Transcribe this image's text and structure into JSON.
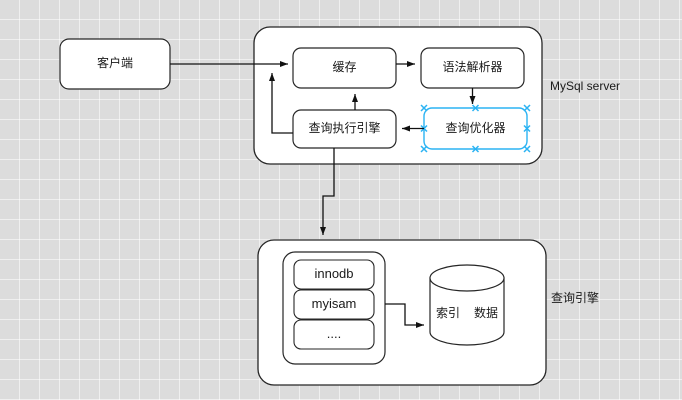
{
  "canvas": {
    "background_color": "#dcdcdc",
    "grid_color": "#f0f0f0",
    "shape_fill": "#ffffff",
    "shape_stroke": "#262626",
    "selection_color": "#2bb3f3"
  },
  "nodes": {
    "client": {
      "label": "客户端"
    },
    "mysql_server": {
      "outside_label": "MySql server",
      "children": {
        "cache": {
          "label": "缓存"
        },
        "parser": {
          "label": "语法解析器"
        },
        "executor": {
          "label": "查询执行引擎"
        },
        "optimizer": {
          "label": "查询优化器",
          "selected": true
        }
      }
    },
    "query_engine": {
      "outside_label": "查询引擎",
      "children": {
        "engine_list": {
          "items": [
            {
              "label": "innodb"
            },
            {
              "label": "myisam"
            },
            {
              "label": "...."
            }
          ]
        },
        "storage": {
          "index_label": "索引",
          "data_label": "数据"
        }
      }
    }
  },
  "edges": [
    {
      "from": "client",
      "to": "cache",
      "kind": "straight-arrow"
    },
    {
      "from": "cache",
      "to": "parser",
      "kind": "straight-arrow"
    },
    {
      "from": "parser",
      "to": "optimizer",
      "kind": "straight-arrow"
    },
    {
      "from": "optimizer",
      "to": "executor",
      "kind": "straight-arrow"
    },
    {
      "from": "executor",
      "to": "cache",
      "kind": "straight-arrow"
    },
    {
      "from": "executor",
      "to": "mysql-server-entry",
      "kind": "elbow-arrow"
    },
    {
      "from": "executor",
      "to": "query_engine",
      "kind": "elbow-arrow"
    },
    {
      "from": "engine_list",
      "to": "storage",
      "kind": "elbow-arrow"
    }
  ],
  "selection_handles": {
    "count": 8,
    "glyph": "x-mark"
  }
}
